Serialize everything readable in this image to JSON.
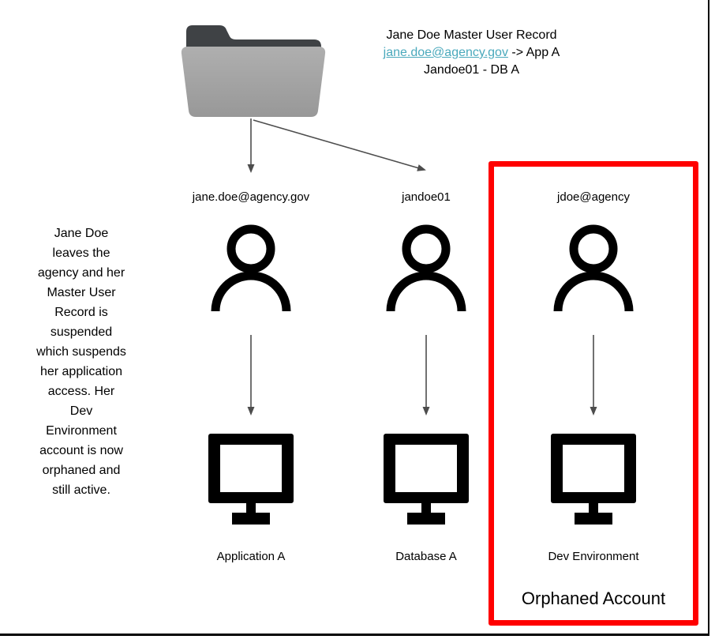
{
  "header": {
    "title": "Jane Doe Master User Record",
    "line2_link": "jane.doe@agency.gov",
    "line2_suffix": " -> App A",
    "line3": "Jandoe01 - DB A",
    "link_color": "#4AA9BC"
  },
  "side_note": {
    "text": "Jane Doe\nleaves the\nagency and her\nMaster User\nRecord is\nsuspended\nwhich suspends\nher application\naccess. Her\nDev\nEnvironment\naccount is now\norphaned and\nstill active."
  },
  "columns": [
    {
      "account": "jane.doe@agency.gov",
      "resource": "Application A"
    },
    {
      "account": "jandoe01",
      "resource": "Database A"
    },
    {
      "account": "jdoe@agency",
      "resource": "Dev Environment"
    }
  ],
  "orphaned_box": {
    "label": "Orphaned Account",
    "border_color": "#FF0000"
  },
  "icons": {
    "folder": "master-user-record-folder-icon",
    "user": "user-account-icon",
    "monitor": "system-monitor-icon"
  },
  "colors": {
    "arrow": "#4D4D4D",
    "icon_black": "#000000",
    "folder_tab": "#3F4245",
    "folder_body_top": "#AFAFAF",
    "folder_body_bottom": "#989898",
    "page_edge": "#000000"
  }
}
